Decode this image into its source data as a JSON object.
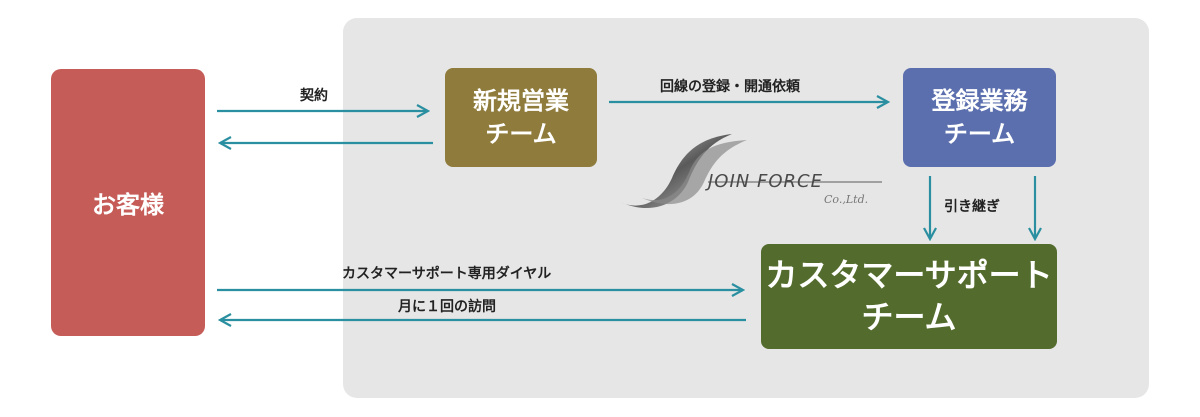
{
  "boxes": {
    "customer": "お客様",
    "sales": "新規営業\nチーム",
    "registration": "登録業務\nチーム",
    "support": "カスタマーサポート\nチーム"
  },
  "labels": {
    "contract": "契約",
    "line_request": "回線の登録・開通依頼",
    "handover": "引き継ぎ",
    "dial": "カスタマーサポート専用ダイヤル",
    "visit": "月に１回の訪問"
  },
  "logo": {
    "name": "JOIN FORCE",
    "suffix": "Co.,Ltd."
  },
  "colors": {
    "customer": "#c65c58",
    "sales": "#8f7b3b",
    "registration": "#5b6fae",
    "support": "#536c2d",
    "arrow": "#2a8fa0",
    "panel": "#e6e6e6"
  }
}
